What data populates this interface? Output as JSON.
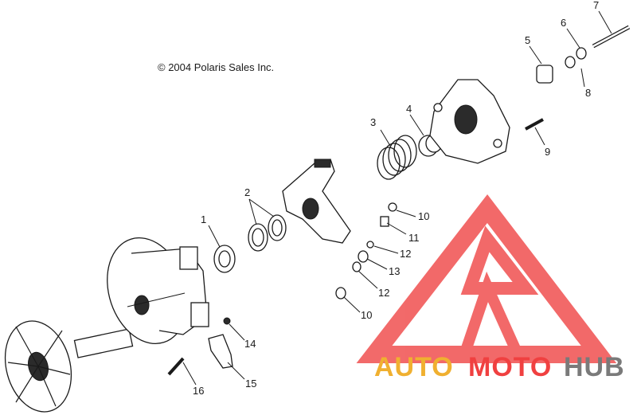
{
  "copyright": "© 2004 Polaris Sales Inc.",
  "logo": {
    "auto": "AUTO",
    "moto": "MOTO",
    "hub": "HUB",
    "colors": {
      "accent": "#f04040",
      "triangle": "#f05050",
      "hub": "#7a7a7a"
    }
  },
  "callouts": {
    "c1": "1",
    "c2": "2",
    "c3": "3",
    "c4": "4",
    "c5": "5",
    "c6": "6",
    "c7": "7",
    "c8": "8",
    "c9": "9",
    "c10a": "10",
    "c10b": "10",
    "c11": "11",
    "c12a": "12",
    "c12b": "12",
    "c13": "13",
    "c14": "14",
    "c15": "15",
    "c16": "16"
  }
}
